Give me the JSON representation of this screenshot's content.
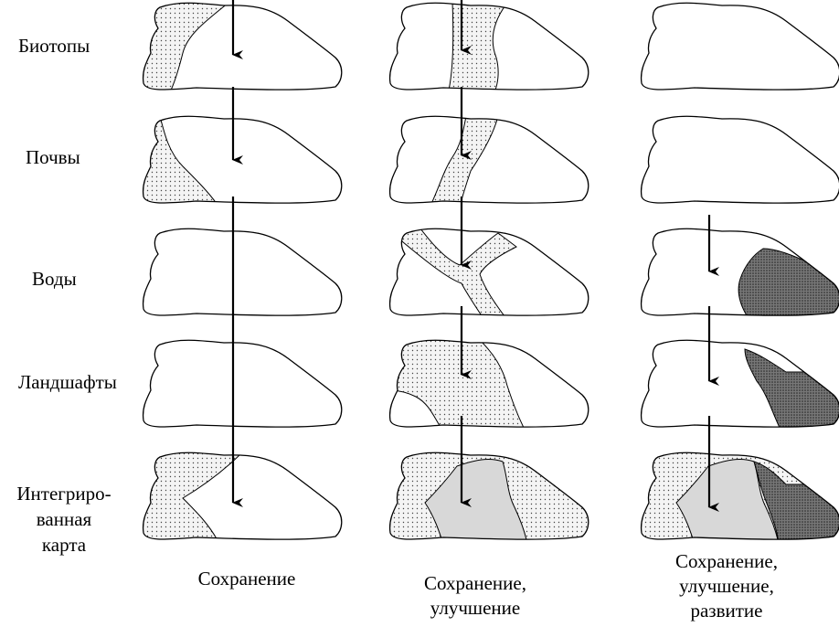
{
  "rows": [
    {
      "label": "Биотопы"
    },
    {
      "label": "Почвы"
    },
    {
      "label": "Воды"
    },
    {
      "label": "Ландшафты"
    },
    {
      "label_lines": [
        "Интегриро-",
        "ванная",
        "карта"
      ]
    }
  ],
  "columns": [
    {
      "label_lines": [
        "Сохранение"
      ]
    },
    {
      "label_lines": [
        "Сохранение,",
        "улучшение"
      ]
    },
    {
      "label_lines": [
        "Сохранение,",
        "улучшение,",
        "развитие"
      ]
    }
  ],
  "colors": {
    "outline": "#000000",
    "dots": "#555555",
    "dot_bg": "#f2f2f2",
    "dark": "#606060"
  }
}
